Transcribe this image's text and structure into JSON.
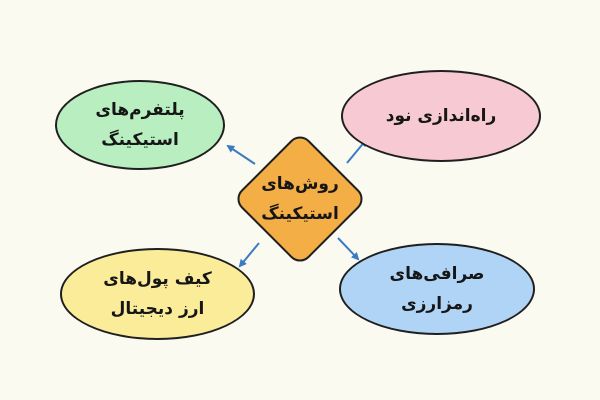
{
  "center": {
    "line1": "روش‌های",
    "line2": "استیکینگ",
    "color": "#f3ae45"
  },
  "nodes": {
    "platforms": {
      "line1": "پلتفرم‌های",
      "line2": "استیکینگ",
      "color": "#b9efc0"
    },
    "node_setup": {
      "line1": "راه‌اندازی نود",
      "color": "#f7c9d2"
    },
    "wallets": {
      "line1": "کیف پول‌های",
      "line2": "ارز دیجیتال",
      "color": "#fbec9a"
    },
    "exchanges": {
      "line1": "صرافی‌های",
      "line2": "رمزارزی",
      "color": "#b0d4f6"
    }
  },
  "arrow_color": "#3a7bc4"
}
